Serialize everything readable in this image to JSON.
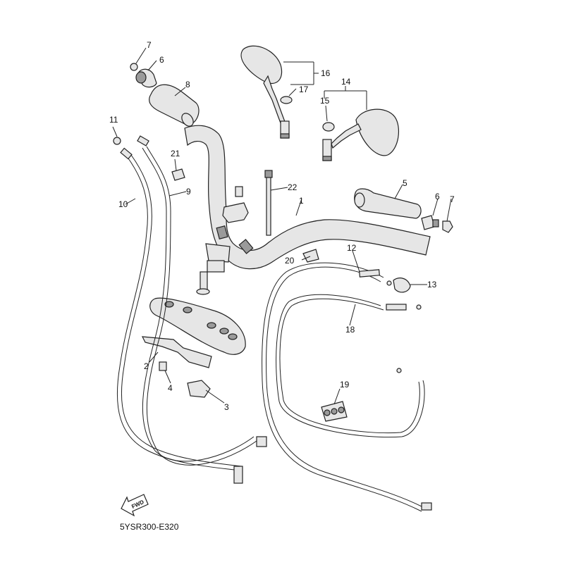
{
  "diagram": {
    "code": "5YSR300-E320",
    "fwd_label": "FWD",
    "callouts": [
      {
        "id": "c1",
        "label": "1"
      },
      {
        "id": "c2",
        "label": "2"
      },
      {
        "id": "c3",
        "label": "3"
      },
      {
        "id": "c4",
        "label": "4"
      },
      {
        "id": "c5",
        "label": "5"
      },
      {
        "id": "c6a",
        "label": "6"
      },
      {
        "id": "c6b",
        "label": "6"
      },
      {
        "id": "c7a",
        "label": "7"
      },
      {
        "id": "c7b",
        "label": "7"
      },
      {
        "id": "c8",
        "label": "8"
      },
      {
        "id": "c9",
        "label": "9"
      },
      {
        "id": "c10",
        "label": "10"
      },
      {
        "id": "c11",
        "label": "11"
      },
      {
        "id": "c12",
        "label": "12"
      },
      {
        "id": "c13",
        "label": "13"
      },
      {
        "id": "c14",
        "label": "14"
      },
      {
        "id": "c15",
        "label": "15"
      },
      {
        "id": "c16",
        "label": "16"
      },
      {
        "id": "c17",
        "label": "17"
      },
      {
        "id": "c18",
        "label": "18"
      },
      {
        "id": "c19",
        "label": "19"
      },
      {
        "id": "c20",
        "label": "20"
      },
      {
        "id": "c21",
        "label": "21"
      },
      {
        "id": "c22",
        "label": "22"
      }
    ]
  }
}
